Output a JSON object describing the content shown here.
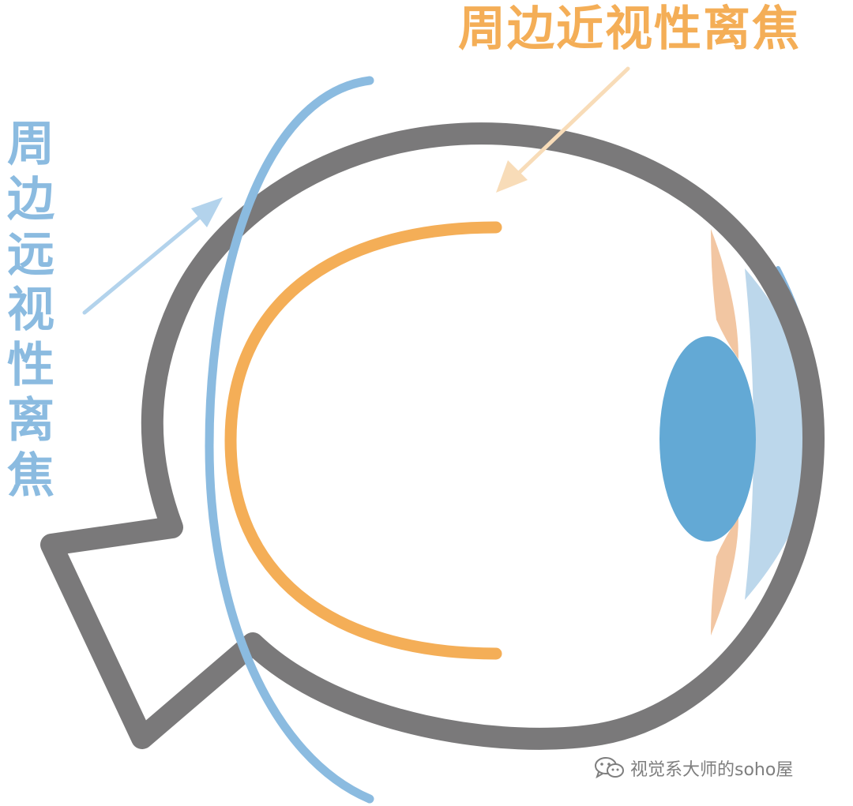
{
  "labels": {
    "top": "周边近视性离焦",
    "left": "周边远视性离焦",
    "watermark": "视觉系大师的soho屋"
  },
  "colors": {
    "eyeball_outline": "#7a797a",
    "hyperopic_focal_plane": "#8bbbe0",
    "myopic_focal_plane": "#f4ae57",
    "top_label": "#f4ae57",
    "left_label": "#8bbbe0",
    "top_arrow": "#f8dcb8",
    "left_arrow": "#b3d3ec",
    "lens": "#63a9d5",
    "cornea": "#bcd7eb",
    "cornea_edge": "#85b5dd",
    "ciliary_body": "#f2c6a2",
    "watermark": "#7e7e7e"
  },
  "icons": {
    "watermark_icon": "wechat-icon"
  }
}
